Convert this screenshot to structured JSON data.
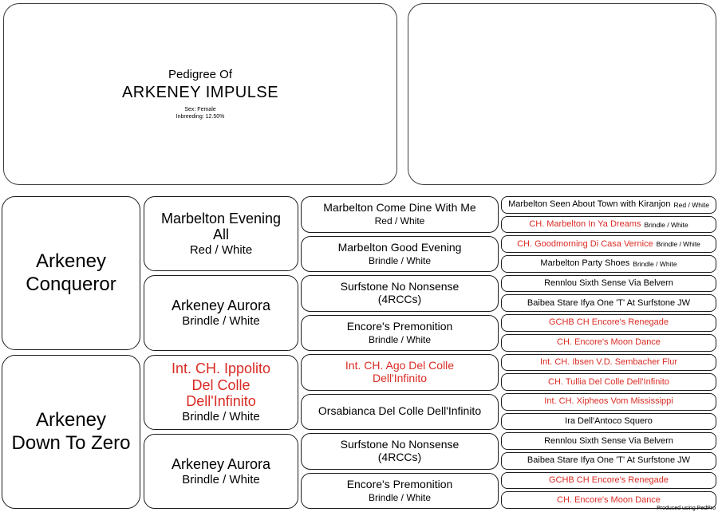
{
  "colors": {
    "highlight_red": "#d92b24",
    "text": "#000000",
    "border": "#1c1c1c"
  },
  "title_panel": {
    "prefix": "Pedigree Of",
    "dog_name": "ARKENEY IMPULSE",
    "sex": "Sex: Female",
    "inbreeding": "Inbreeding: 12.50%"
  },
  "footer": {
    "credit": "Produced using PedPro"
  },
  "pedigree": {
    "generation1": [
      {
        "name": "Arkeney\nConqueror",
        "color": "",
        "red": false
      },
      {
        "name": "Arkeney\nDown To Zero",
        "color": "",
        "red": false
      }
    ],
    "generation2": [
      {
        "name": "Marbelton Evening\nAll",
        "color": "Red / White",
        "red": false
      },
      {
        "name": "Arkeney Aurora",
        "color": "Brindle / White",
        "red": false
      },
      {
        "name": "Int. CH. Ippolito\nDel Colle\nDell'Infinito",
        "color": "Brindle / White",
        "red": true
      },
      {
        "name": "Arkeney Aurora",
        "color": "Brindle / White",
        "red": false
      }
    ],
    "generation3": [
      {
        "name": "Marbelton Come Dine With Me",
        "color": "Red / White",
        "red": false
      },
      {
        "name": "Marbelton Good Evening",
        "color": "Brindle / White",
        "red": false
      },
      {
        "name": "Surfstone No Nonsense\n(4RCCs)",
        "color": "",
        "red": false
      },
      {
        "name": "Encore's Premonition",
        "color": "Brindle / White",
        "red": false
      },
      {
        "name": "Int. CH. Ago Del Colle\nDell'Infinito",
        "color": "",
        "red": true
      },
      {
        "name": "Orsabianca Del Colle Dell'Infinito",
        "color": "",
        "red": false
      },
      {
        "name": "Surfstone No Nonsense\n(4RCCs)",
        "color": "",
        "red": false
      },
      {
        "name": "Encore's Premonition",
        "color": "Brindle / White",
        "red": false
      }
    ],
    "generation4": [
      {
        "name": "Marbelton Seen About Town with Kiranjon",
        "color": "Red / White",
        "red": false
      },
      {
        "name": "CH. Marbelton In Ya Dreams",
        "color": "Brindle / White",
        "red": true
      },
      {
        "name": "CH. Goodmorning Di Casa Vernice",
        "color": "Brindle / White",
        "red": true
      },
      {
        "name": "Marbelton Party Shoes",
        "color": "Brindle / White",
        "red": false
      },
      {
        "name": "Rennlou Sixth Sense Via Belvern",
        "color": "",
        "red": false
      },
      {
        "name": "Baibea Stare Ifya One 'T' At Surfstone JW",
        "color": "",
        "red": false
      },
      {
        "name": "GCHB CH Encore's Renegade",
        "color": "",
        "red": true
      },
      {
        "name": "CH. Encore's Moon Dance",
        "color": "",
        "red": true
      },
      {
        "name": "Int. CH. Ibsen V.D. Sembacher Flur",
        "color": "",
        "red": true
      },
      {
        "name": "CH. Tullia Del Colle Dell'Infinito",
        "color": "",
        "red": true
      },
      {
        "name": "Int. CH. Xipheos Vom Mississippi",
        "color": "",
        "red": true
      },
      {
        "name": "Ira Dell'Antoco Squero",
        "color": "",
        "red": false
      },
      {
        "name": "Rennlou Sixth Sense Via Belvern",
        "color": "",
        "red": false
      },
      {
        "name": "Baibea Stare Ifya One 'T' At Surfstone JW",
        "color": "",
        "red": false
      },
      {
        "name": "GCHB CH Encore's Renegade",
        "color": "",
        "red": true
      },
      {
        "name": "CH. Encore's Moon Dance",
        "color": "",
        "red": true
      }
    ]
  }
}
